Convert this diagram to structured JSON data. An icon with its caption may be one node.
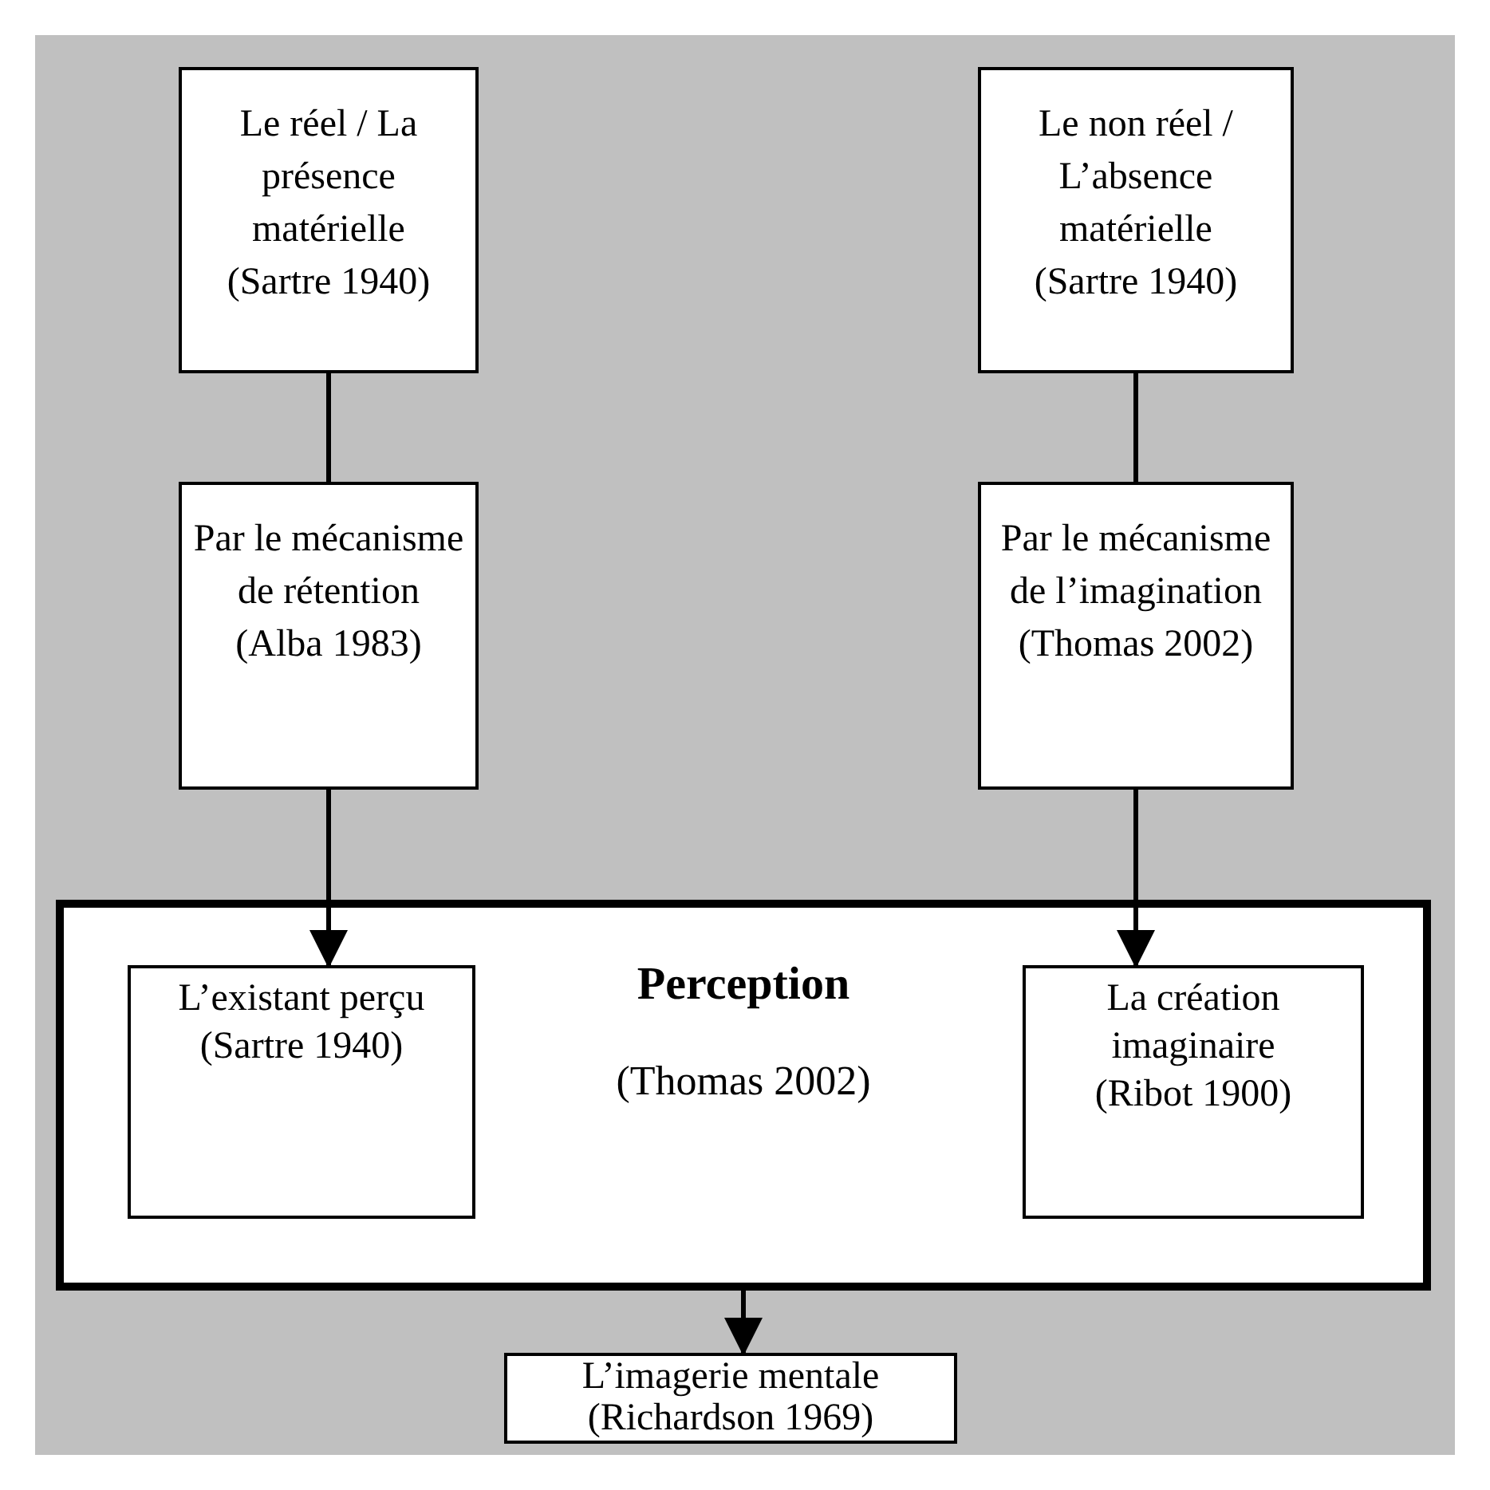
{
  "diagram": {
    "nodes": [
      {
        "text": [
          "Le réel / La présence matérielle",
          "(Sartre 1940)"
        ]
      },
      {
        "text": [
          "Le non réel / L’absence matérielle",
          "(Sartre 1940)"
        ]
      },
      {
        "text": [
          "Par le mécanisme de rétention",
          "(Alba 1983)"
        ]
      },
      {
        "text": [
          "Par le mécanisme de l’imagination",
          "(Thomas 2002)"
        ]
      },
      {
        "text": [
          "Perception",
          "(Thomas 2002)"
        ]
      },
      {
        "text": [
          "L’existant perçu",
          "(Sartre 1940)"
        ],
        "in": 4
      },
      {
        "text": [
          "La création imaginaire",
          "(Ribot 1900)"
        ],
        "in": 4
      },
      {
        "text": [
          "L’imagerie mentale",
          "(Richardson 1969)"
        ]
      }
    ],
    "edges": [
      {
        "from": 0,
        "to": 2,
        "arrow": "none"
      },
      {
        "from": 1,
        "to": 3,
        "arrow": "none"
      },
      {
        "from": 2,
        "to": 5,
        "arrow": "to"
      },
      {
        "from": 3,
        "to": 6,
        "arrow": "to"
      },
      {
        "from": 4,
        "to": 7,
        "arrow": "to"
      }
    ]
  }
}
